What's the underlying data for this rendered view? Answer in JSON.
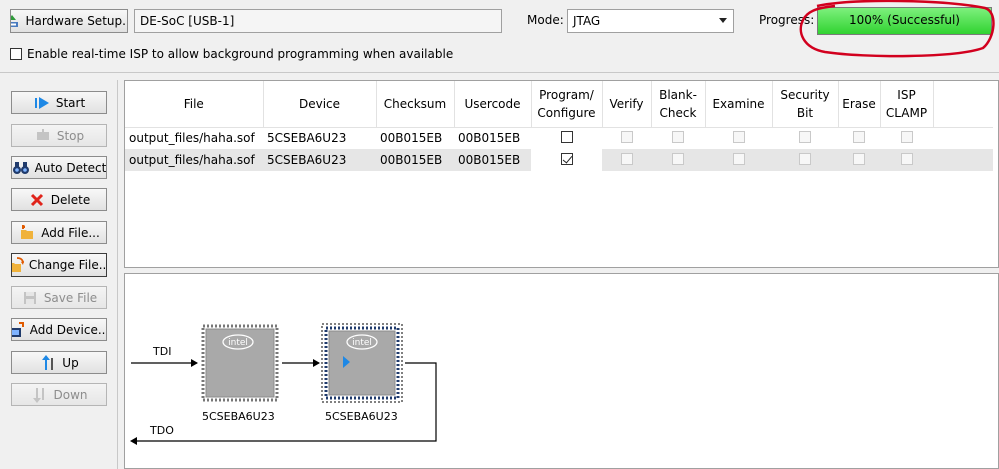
{
  "toolbar": {
    "hardware_setup_label": "Hardware Setup...",
    "hardware_value": "DE-SoC [USB-1]",
    "mode_label": "Mode:",
    "mode_value": "JTAG",
    "progress_label": "Progress:",
    "progress_value": "100% (Successful)",
    "progress_fraction": 1.0,
    "isp_label": "Enable real-time ISP to allow background programming when available",
    "isp_checked": false
  },
  "buttons": [
    {
      "name": "start-button",
      "label": "Start",
      "icon": "play-icon",
      "enabled": true
    },
    {
      "name": "stop-button",
      "label": "Stop",
      "icon": "stop-icon",
      "enabled": false
    },
    {
      "name": "auto-detect-button",
      "label": "Auto Detect",
      "icon": "binoculars-icon",
      "enabled": true
    },
    {
      "name": "delete-button",
      "label": "Delete",
      "icon": "delete-x-icon",
      "enabled": true
    },
    {
      "name": "add-file-button",
      "label": "Add File...",
      "icon": "add-file-icon",
      "enabled": true
    },
    {
      "name": "change-file-button",
      "label": "Change File...",
      "icon": "change-file-icon",
      "enabled": true
    },
    {
      "name": "save-file-button",
      "label": "Save File",
      "icon": "save-icon",
      "enabled": false
    },
    {
      "name": "add-device-button",
      "label": "Add Device...",
      "icon": "add-device-icon",
      "enabled": true
    },
    {
      "name": "up-button",
      "label": "Up",
      "icon": "arrow-up-icon",
      "enabled": true
    },
    {
      "name": "down-button",
      "label": "Down",
      "icon": "arrow-down-icon",
      "enabled": false
    }
  ],
  "table": {
    "headers": {
      "file": "File",
      "device": "Device",
      "checksum": "Checksum",
      "usercode": "Usercode",
      "program_1": "Program/",
      "program_2": "Configure",
      "verify": "Verify",
      "blank_1": "Blank-",
      "blank_2": "Check",
      "examine": "Examine",
      "security_1": "Security",
      "security_2": "Bit",
      "erase": "Erase",
      "isp_1": "ISP",
      "isp_2": "CLAMP"
    },
    "rows": [
      {
        "file": "output_files/haha.sof",
        "device": "5CSEBA6U23",
        "checksum": "00B015EB",
        "usercode": "00B015EB",
        "program": false,
        "selected": false
      },
      {
        "file": "output_files/haha.sof",
        "device": "5CSEBA6U23",
        "checksum": "00B015EB",
        "usercode": "00B015EB",
        "program": true,
        "selected": true
      }
    ]
  },
  "chain": {
    "tdi_label": "TDI",
    "tdo_label": "TDO",
    "chip_logo": "intel",
    "devices": [
      "5CSEBA6U23",
      "5CSEBA6U23"
    ]
  },
  "colors": {
    "progress_green": "#3ed63e",
    "annotation_red": "#d2001e",
    "chip_gray": "#a9a9a9",
    "play_blue": "#1e88e5"
  }
}
